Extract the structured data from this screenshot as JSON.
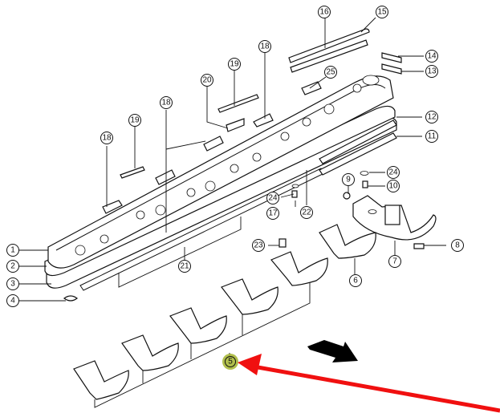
{
  "diagram": {
    "title": "",
    "type": "exploded parts diagram",
    "subject": "mower cutter bar assembly with skids",
    "callouts": [
      {
        "id": "1",
        "label": "1"
      },
      {
        "id": "2",
        "label": "2"
      },
      {
        "id": "3",
        "label": "3"
      },
      {
        "id": "4",
        "label": "4"
      },
      {
        "id": "5",
        "label": "5",
        "highlighted": true
      },
      {
        "id": "6",
        "label": "6"
      },
      {
        "id": "7",
        "label": "7"
      },
      {
        "id": "8",
        "label": "8"
      },
      {
        "id": "9",
        "label": "9"
      },
      {
        "id": "10",
        "label": "10"
      },
      {
        "id": "11",
        "label": "11"
      },
      {
        "id": "12",
        "label": "12"
      },
      {
        "id": "13",
        "label": "13"
      },
      {
        "id": "14",
        "label": "14"
      },
      {
        "id": "15",
        "label": "15"
      },
      {
        "id": "16",
        "label": "16"
      },
      {
        "id": "17",
        "label": "17"
      },
      {
        "id": "18a",
        "label": "18"
      },
      {
        "id": "18b",
        "label": "18"
      },
      {
        "id": "18c",
        "label": "18"
      },
      {
        "id": "19a",
        "label": "19"
      },
      {
        "id": "19b",
        "label": "19"
      },
      {
        "id": "20",
        "label": "20"
      },
      {
        "id": "21",
        "label": "21"
      },
      {
        "id": "22",
        "label": "22"
      },
      {
        "id": "23",
        "label": "23"
      },
      {
        "id": "24a",
        "label": "24"
      },
      {
        "id": "24b",
        "label": "24"
      },
      {
        "id": "25",
        "label": "25"
      }
    ],
    "highlight": {
      "target_callout": "5",
      "highlight_color": "#a9b83a",
      "arrow_color": "#f01010",
      "arrow_description": "red arrow pointing to callout 5"
    },
    "direction_arrow": {
      "color": "#000000",
      "description": "travel direction arrow"
    }
  }
}
